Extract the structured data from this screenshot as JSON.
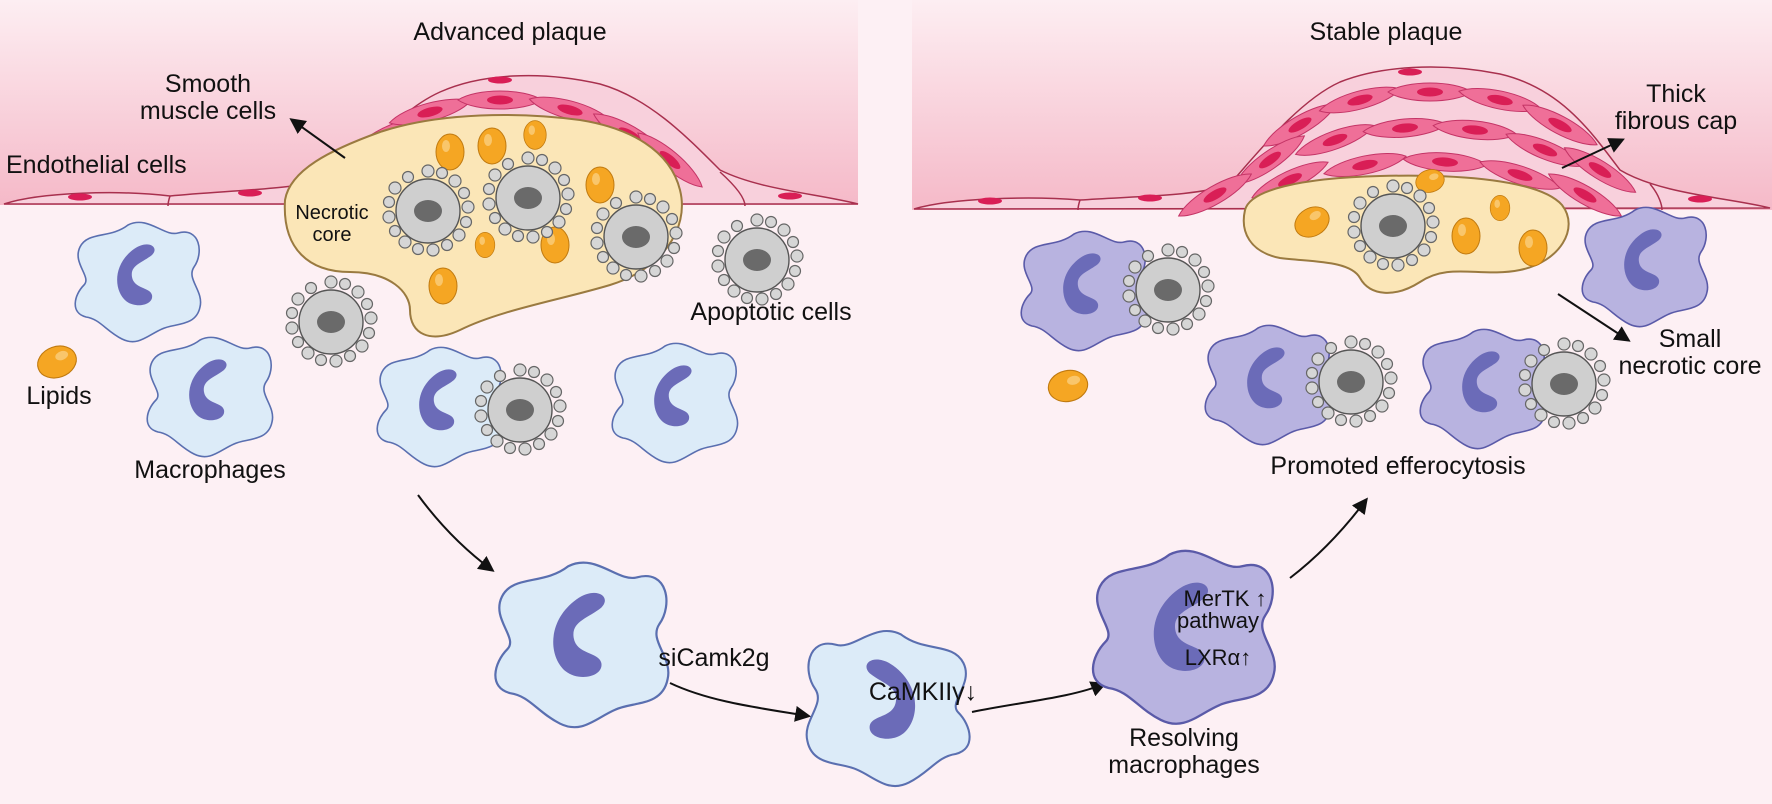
{
  "panels": {
    "advanced": {
      "title": "Advanced plaque"
    },
    "stable": {
      "title": "Stable plaque"
    }
  },
  "labels": {
    "smooth_muscle_line1": "Smooth",
    "smooth_muscle_line2": "muscle cells",
    "endothelial": "Endothelial cells",
    "necrotic_line1": "Necrotic",
    "necrotic_line2": "core",
    "apoptotic": "Apoptotic cells",
    "lipids": "Lipids",
    "macrophages": "Macrophages",
    "thick_cap_line1": "Thick",
    "thick_cap_line2": "fibrous cap",
    "small_core_line1": "Small",
    "small_core_line2": "necrotic core",
    "efferocytosis": "Promoted efferocytosis",
    "sicamk2g": "siCamk2g",
    "camkii": "CaMKIIγ↓",
    "mertk_line1": "MerTK ↑",
    "mertk_line2": "pathway",
    "lxr": "LXRα↑",
    "resolving_line1": "Resolving",
    "resolving_line2": "macrophages"
  },
  "colors": {
    "background": "#fdf0f4",
    "vessel_wall": "#f6c3cf",
    "smooth_muscle": "#ef6f98",
    "smooth_muscle_nucleus": "#d91e56",
    "necrotic_core": "#fbe6b7",
    "lipid": "#f5a623",
    "macrophage": "#dcebf8",
    "resolving_macrophage": "#b8b3e0",
    "nucleus": "#6b6bb8",
    "apoptotic_cell": "#cfcfcf"
  }
}
